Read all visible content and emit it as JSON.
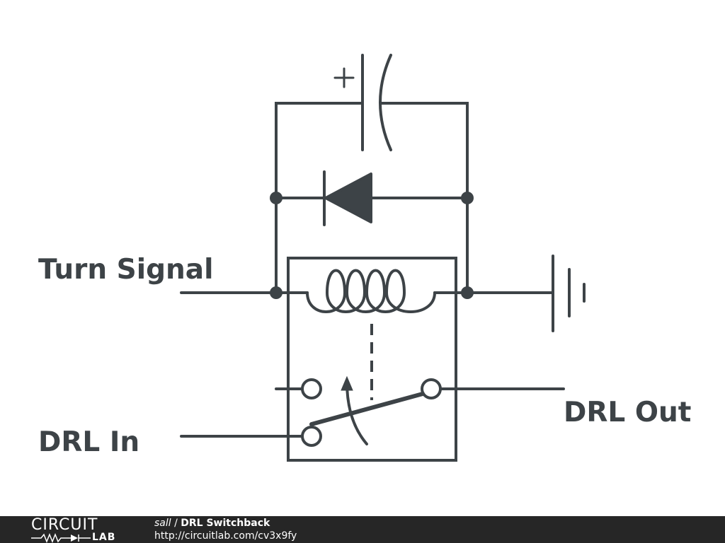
{
  "diagram": {
    "labels": {
      "turn_signal": "Turn Signal",
      "drl_in": "DRL In",
      "drl_out": "DRL Out",
      "cap_plus": "+"
    },
    "colors": {
      "wire": "#3d4347",
      "footer_bg": "#262626",
      "footer_text": "#ffffff"
    }
  },
  "footer": {
    "logo_top": "CIRCUIT",
    "logo_bottom": "LAB",
    "user": "sall",
    "separator": " / ",
    "title": "DRL Switchback",
    "url": "http://circuitlab.com/cv3x9fy"
  }
}
